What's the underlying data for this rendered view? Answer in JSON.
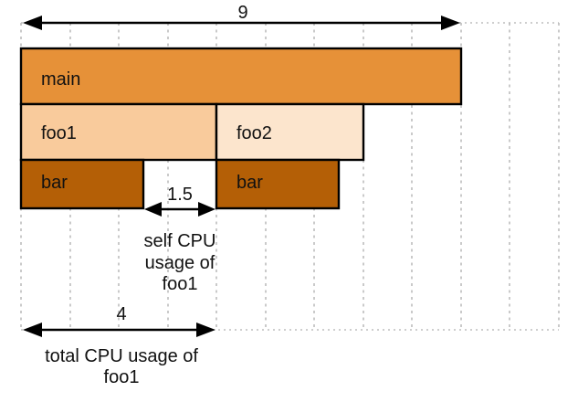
{
  "figure": {
    "type": "flame_graph_explainer",
    "background": "#ffffff",
    "grid_color": "#c5c5c5",
    "arrow_color": "#000000",
    "frame_border_color": "#000000",
    "frames": [
      {
        "id": "main",
        "label": "main",
        "depth": 0,
        "start": 0,
        "width": 9,
        "fill": "#E69138"
      },
      {
        "id": "foo1",
        "label": "foo1",
        "depth": 1,
        "start": 0,
        "width": 4,
        "fill": "#F9CB9C"
      },
      {
        "id": "foo2",
        "label": "foo2",
        "depth": 1,
        "start": 4,
        "width": 3,
        "fill": "#FCE5CD"
      },
      {
        "id": "bar-left",
        "label": "bar",
        "depth": 2,
        "start": 0,
        "width": 2.5,
        "fill": "#B45F06"
      },
      {
        "id": "bar-right",
        "label": "bar",
        "depth": 2,
        "start": 4,
        "width": 2.5,
        "fill": "#B45F06"
      }
    ],
    "measurements": {
      "total_width": {
        "value": "9"
      },
      "self_foo1": {
        "value": "1.5",
        "caption_lines": [
          "self CPU",
          "usage of",
          "foo1"
        ]
      },
      "total_foo1": {
        "value": "4",
        "caption_lines": [
          "total CPU usage of",
          "foo1"
        ]
      }
    }
  }
}
